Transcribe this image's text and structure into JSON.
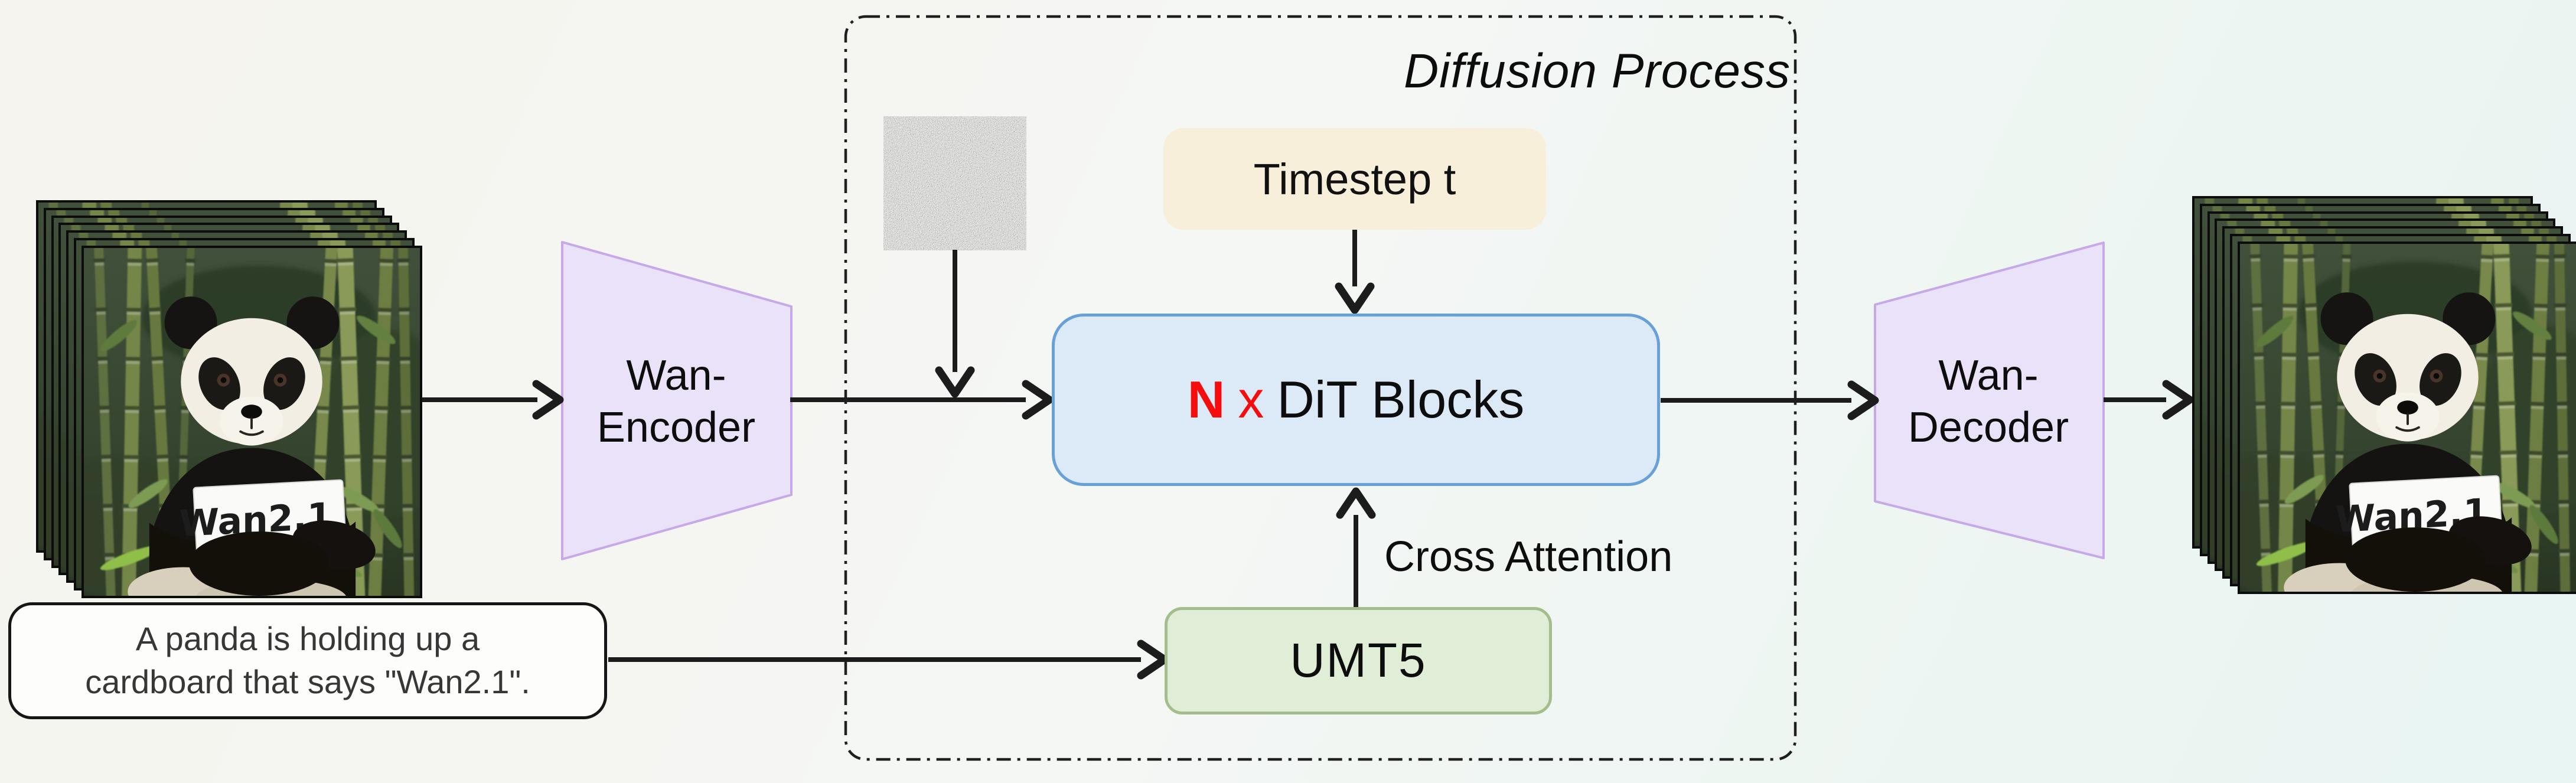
{
  "figure": {
    "title": "Diffusion Process",
    "timestep_label": "Timestep t",
    "dit": {
      "n": "N",
      "times": "x",
      "label": "DiT Blocks"
    },
    "umt5_label": "UMT5",
    "cross_attention_label": "Cross Attention",
    "encoder": {
      "line1": "Wan-",
      "line2": "Encoder"
    },
    "decoder": {
      "line1": "Wan-",
      "line2": "Decoder"
    },
    "prompt": {
      "line1": "A panda is holding up a",
      "line2": "cardboard that says \"Wan2.1\"."
    },
    "video_frames": {
      "card_text": "Wan2.1",
      "count_per_stack": 7,
      "description": "panda holding a cardboard sign in a bamboo forest"
    }
  },
  "colors": {
    "background_start": "#f5f4ee",
    "background_end": "#e7f4f1",
    "dit_fill": "#dce9f7",
    "dit_border": "#68a0d8",
    "dit_n_red": "#f50d0d",
    "timestep_fill": "#f8efdb",
    "umt5_fill": "#e1eed7",
    "umt5_border": "#a3bd8c",
    "vae_fill": "#e9e2f9",
    "vae_border": "#c7a9e9",
    "arrow": "#1c1c1c",
    "dashed_border": "#1f1f1f",
    "prompt_fill": "#fdfdfb",
    "prompt_border": "#161616",
    "frame_border": "#0c0c0c",
    "card_ink": "#1c1c1c"
  }
}
